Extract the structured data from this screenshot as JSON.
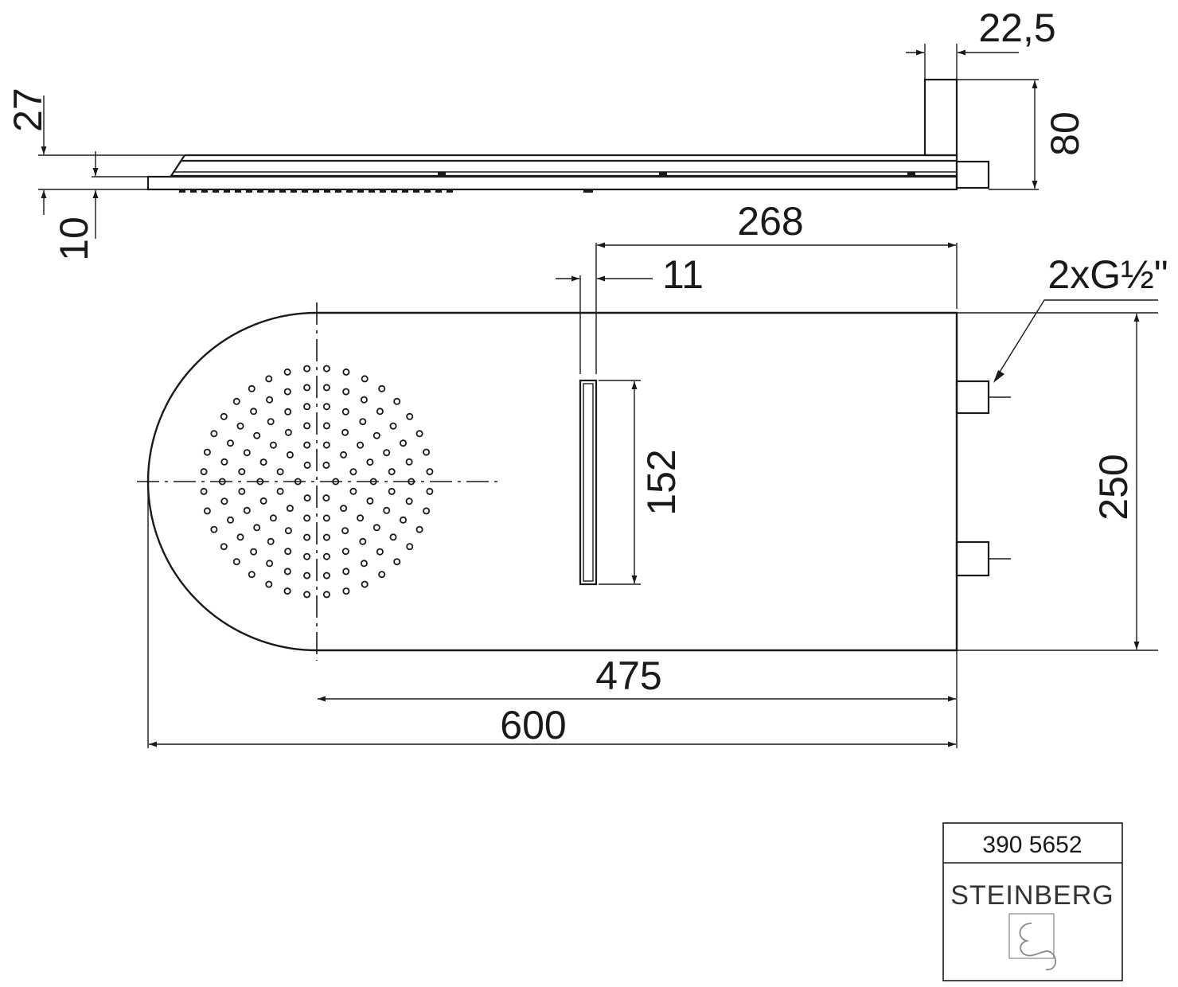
{
  "dimensions": {
    "top_right_width": "22,5",
    "arm_height": "80",
    "total_thickness": "27",
    "panel_thickness": "10",
    "slot_offset": "268",
    "slot_width": "11",
    "connection": "2xG½\"",
    "slot_length": "152",
    "panel_height": "250",
    "rect_length": "475",
    "total_length": "600"
  },
  "title_block": {
    "article_number": "390 5652",
    "brand": "STEINBERG"
  },
  "icons": {
    "logo": "steinberg-logo-icon"
  },
  "nozzle_pattern": {
    "spacing_mm": 14
  }
}
